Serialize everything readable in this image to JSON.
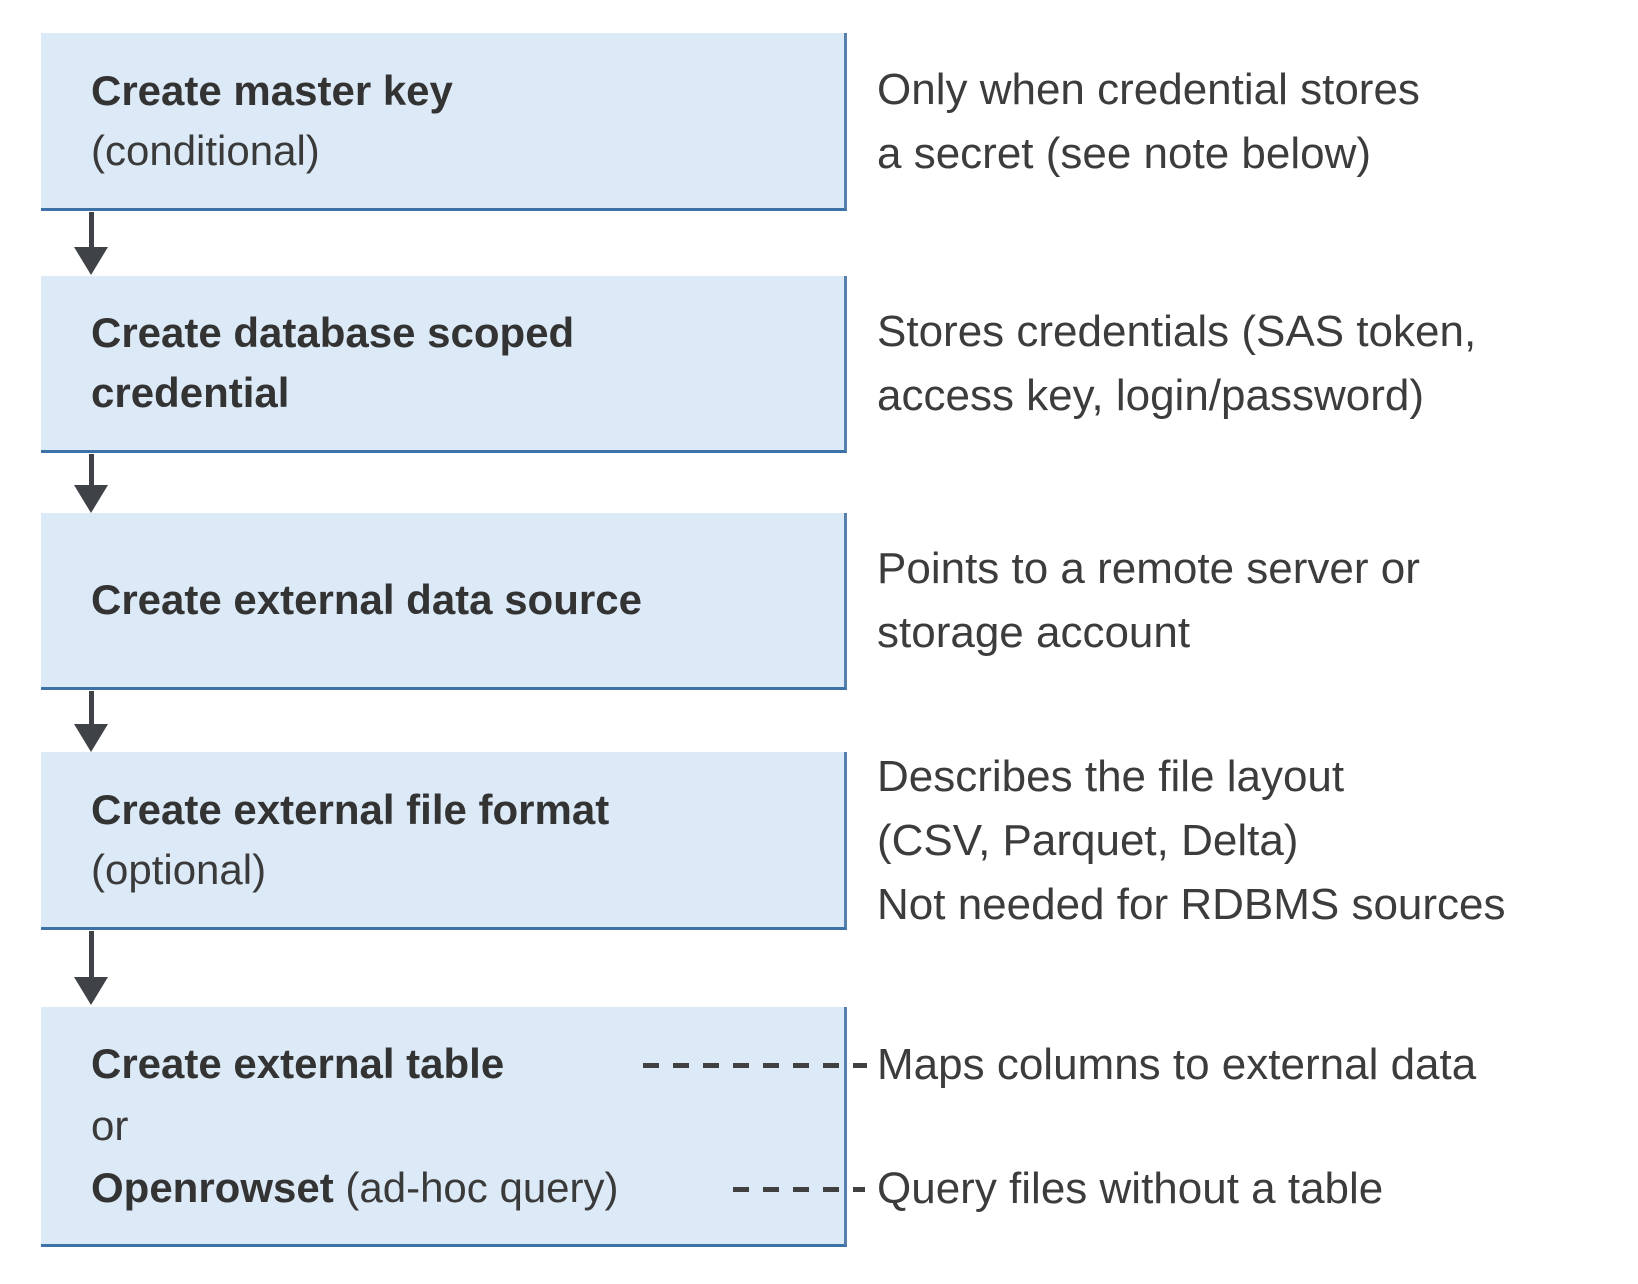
{
  "diagram": {
    "topic": "Steps to access external data",
    "colors": {
      "box_fill": "#dce9f7",
      "box_border_bottom": "#3d72a8",
      "box_border_right": "#5580ae",
      "text": "#3a3a3a",
      "arrow": "#3f4347",
      "dash": "#404040"
    }
  },
  "boxes": {
    "0": {
      "title": "Create master key",
      "subtitle": "(conditional)",
      "note": "Only when credential stores\na secret (see note below)"
    },
    "1": {
      "title": "Create database scoped\ncredential",
      "note": "Stores credentials (SAS token,\naccess key, login/password)"
    },
    "2": {
      "title": "Create external data source",
      "note": "Points to a remote server or\nstorage account"
    },
    "3": {
      "title": "Create external file format",
      "subtitle": "(optional)",
      "note": "Describes the file layout\n(CSV, Parquet, Delta)\nNot needed for RDBMS sources"
    },
    "4": {
      "title": "Create external table",
      "or_label": "or",
      "alt_title": "Openrowset",
      "alt_suffix": " (ad-hoc query)",
      "note_table": "Maps columns to external data",
      "note_openrowset": "Query files without a table"
    }
  }
}
